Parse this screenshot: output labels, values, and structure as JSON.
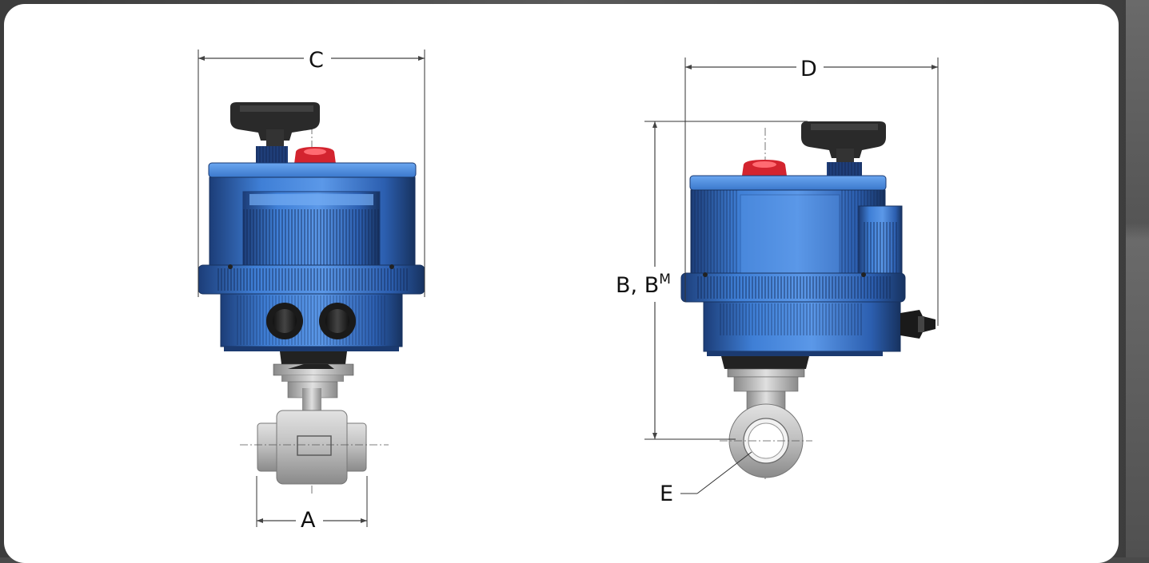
{
  "colors": {
    "actuator_blue": "#3f7fd6",
    "actuator_dark": "#1d3f7a",
    "knob_black": "#2a2a2a",
    "indicator_red": "#d3242f",
    "valve_steel": "#b8b8b8",
    "panel_white": "#ffffff"
  },
  "labels": {
    "dim_a": "A",
    "dim_b_main": "B, B",
    "dim_b_sup": "M",
    "dim_c": "C",
    "dim_d": "D",
    "dim_e": "E"
  }
}
